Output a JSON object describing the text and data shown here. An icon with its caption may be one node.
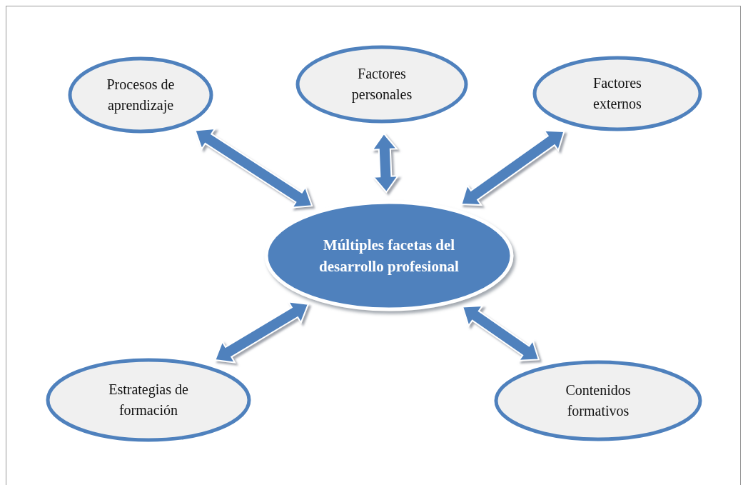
{
  "diagram": {
    "nodes": [
      {
        "text": [
          "Procesos de aprendizaje"
        ]
      },
      {
        "text": [
          "Factores personales"
        ]
      },
      {
        "text": [
          "Factores externos"
        ]
      },
      {
        "text": [
          "Múltiples facetas del desarrollo profesional"
        ]
      },
      {
        "text": [
          "Estrategias de formación"
        ]
      },
      {
        "text": [
          "Contenidos formativos"
        ]
      }
    ],
    "edges": [
      {
        "from": 3,
        "to": 0,
        "arrow": "both"
      },
      {
        "from": 3,
        "to": 1,
        "arrow": "both"
      },
      {
        "from": 3,
        "to": 2,
        "arrow": "both"
      },
      {
        "from": 3,
        "to": 4,
        "arrow": "both"
      },
      {
        "from": 3,
        "to": 5,
        "arrow": "both"
      }
    ]
  }
}
